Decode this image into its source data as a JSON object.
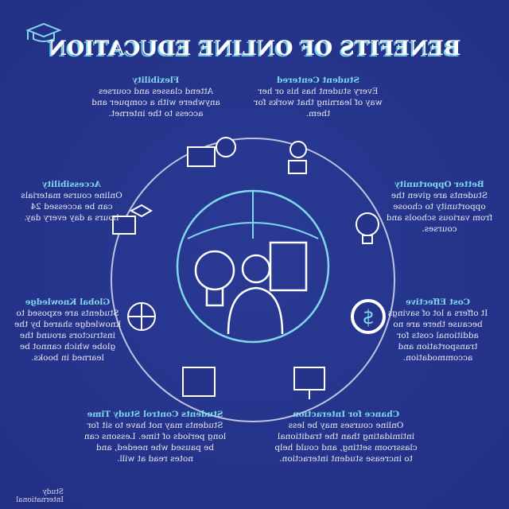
{
  "title": "BENEFITS OF ONLINE EDUCATION",
  "colors": {
    "background": "#25338a",
    "accent": "#7fd8ee",
    "text": "#e9e9f2"
  },
  "benefits": [
    {
      "title": "Flexibility",
      "text": "Attend classes and courses anywhere with a compuer and access to the internet.",
      "icon": "laptop-www-globe-icon"
    },
    {
      "title": "Student Centered",
      "text": "Every student has his or her way of learning that works for them.",
      "icon": "student-laptop-icon"
    },
    {
      "title": "Accessibility",
      "text": "Online course materials can be accessed 24 hours a day every day.",
      "icon": "laptop-graduation-cap-icon"
    },
    {
      "title": "Better Opportunity",
      "text": "Students are given the opportunity to choose from various schools and courses.",
      "icon": "lightbulb-icon"
    },
    {
      "title": "Global Knowledge",
      "text": "Students are exposed to knowledge shared by the instructors around the globe which cannot be learned in books.",
      "icon": "globe-icon"
    },
    {
      "title": "Cost Effective",
      "text": "It offers a lot of savings because there are no additional costs for transportation and accommodation.",
      "icon": "dollar-coin-icon"
    },
    {
      "title": "Students Control Study Time",
      "text": "Students may not have to sit for long periods of time. Lessons can be paused whe needed, and notes read at will.",
      "icon": "browser-window-icon"
    },
    {
      "title": "Chance for Interaction",
      "text": "Online courses may be less intimidating than the traditional classroom setting, and could help to increase student interaction.",
      "icon": "computer-video-icon"
    }
  ],
  "footer": "Study International"
}
